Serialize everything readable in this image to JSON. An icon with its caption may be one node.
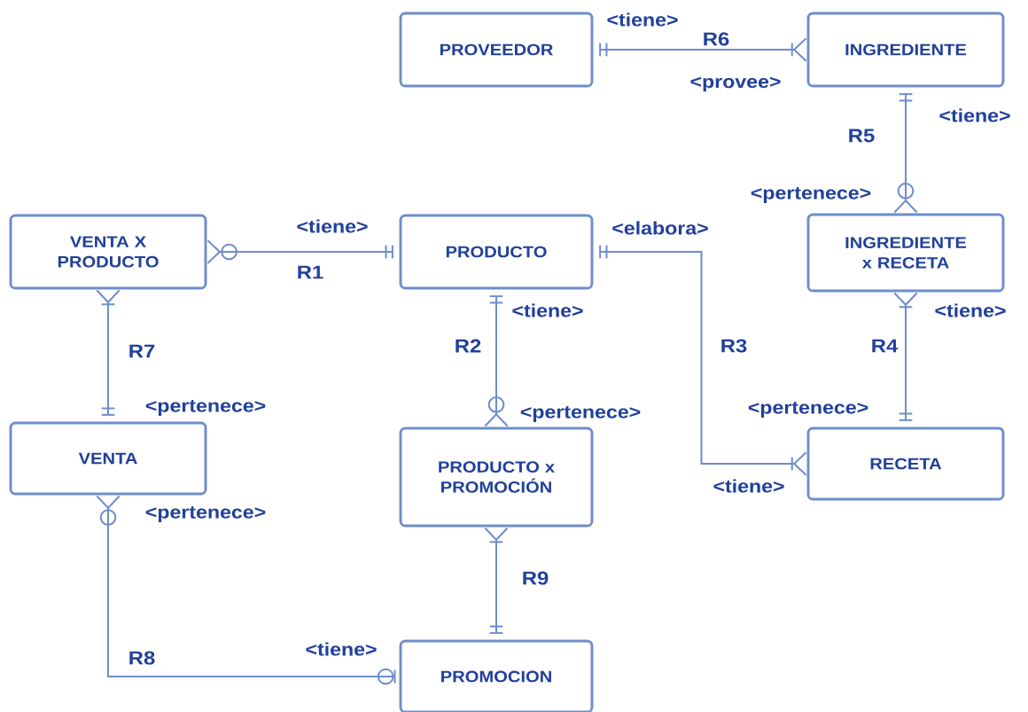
{
  "diagram": {
    "nodes": [
      {
        "text": [
          "PROVEEDOR"
        ]
      },
      {
        "text": [
          "INGREDIENTE"
        ]
      },
      {
        "text": [
          "VENTA X PRODUCTO"
        ]
      },
      {
        "text": [
          "PRODUCTO"
        ]
      },
      {
        "text": [
          "INGREDIENTE x RECETA"
        ]
      },
      {
        "text": [
          "VENTA"
        ]
      },
      {
        "text": [
          "PRODUCTO x PROMOCIÓN"
        ]
      },
      {
        "text": [
          "RECETA"
        ]
      },
      {
        "text": [
          "PROMOCION"
        ]
      }
    ],
    "edges": [
      {
        "from": 2,
        "to": 3,
        "arrow": "other",
        "label": "R1"
      },
      {
        "from": 3,
        "to": 6,
        "arrow": "other",
        "label": "R2"
      },
      {
        "from": 3,
        "to": 7,
        "arrow": "other",
        "label": "R3"
      },
      {
        "from": 4,
        "to": 7,
        "arrow": "other",
        "label": "R4"
      },
      {
        "from": 1,
        "to": 4,
        "arrow": "other",
        "label": "R5"
      },
      {
        "from": 0,
        "to": 1,
        "arrow": "other",
        "label": "R6"
      },
      {
        "from": 2,
        "to": 5,
        "arrow": "other",
        "label": "R7"
      },
      {
        "from": 5,
        "to": 8,
        "arrow": "other",
        "label": "R8"
      },
      {
        "from": 6,
        "to": 8,
        "arrow": "other",
        "label": "R9"
      }
    ],
    "labels": [
      "<tiene>",
      "<provee>",
      "<tiene>",
      "<pertenece>",
      "<tiene>",
      "<elabora>",
      "<tiene>",
      "<tiene>",
      "<pertenece>",
      "<pertenece>",
      "<pertenece>",
      "<tiene>",
      "<pertenece>",
      "<tiene>"
    ]
  }
}
